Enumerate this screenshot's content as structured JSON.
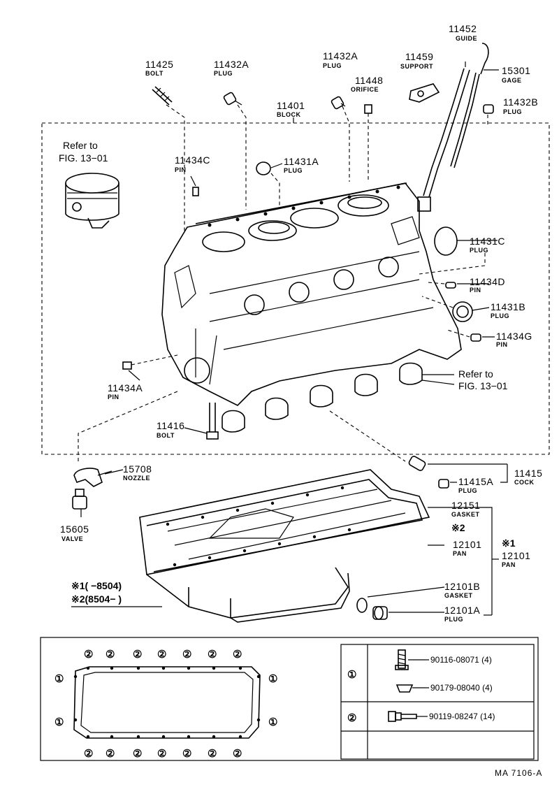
{
  "parts": {
    "p11452": {
      "num": "11452",
      "name": "GUIDE"
    },
    "p15301": {
      "num": "15301",
      "name": "GAGE"
    },
    "p11425": {
      "num": "11425",
      "name": "BOLT"
    },
    "p11432a_1": {
      "num": "11432A",
      "name": "PLUG"
    },
    "p11432a_2": {
      "num": "11432A",
      "name": "PLUG"
    },
    "p11459": {
      "num": "11459",
      "name": "SUPPORT"
    },
    "p11448": {
      "num": "11448",
      "name": "ORIFICE"
    },
    "p11432b": {
      "num": "11432B",
      "name": "PLUG"
    },
    "p11401": {
      "num": "11401",
      "name": "BLOCK"
    },
    "p11434c": {
      "num": "11434C",
      "name": "PIN"
    },
    "p11431a": {
      "num": "11431A",
      "name": "PLUG"
    },
    "p11431c": {
      "num": "11431C",
      "name": "PLUG"
    },
    "p11434d": {
      "num": "11434D",
      "name": "PIN"
    },
    "p11431b": {
      "num": "11431B",
      "name": "PLUG"
    },
    "p11434g": {
      "num": "11434G",
      "name": "PIN"
    },
    "p11434a": {
      "num": "11434A",
      "name": "PIN"
    },
    "p11416": {
      "num": "11416",
      "name": "BOLT"
    },
    "p15708": {
      "num": "15708",
      "name": "NOZZLE"
    },
    "p15605": {
      "num": "15605",
      "name": "VALVE"
    },
    "p11415": {
      "num": "11415",
      "name": "COCK"
    },
    "p11415a": {
      "num": "11415A",
      "name": "PLUG"
    },
    "p12151": {
      "num": "12151",
      "name": "GASKET"
    },
    "p12101_1": {
      "num": "12101",
      "name": "PAN"
    },
    "p12101_2": {
      "num": "12101",
      "name": "PAN"
    },
    "p12101b": {
      "num": "12101B",
      "name": "GASKET"
    },
    "p12101a": {
      "num": "12101A",
      "name": "PLUG"
    }
  },
  "refs": {
    "piston_line1": "Refer to",
    "piston_line2": "FIG. 13−01",
    "bearing_line1": "Refer to",
    "bearing_line2": "FIG. 13−01"
  },
  "marks": {
    "mark2": "※2",
    "mark1": "※1"
  },
  "notes": {
    "note1": "※1(     −8504)",
    "note2": "※2(8504−      )"
  },
  "legend": {
    "circle1": "①",
    "circle2": "②",
    "row1_pn_a": "90116-08071 (4)",
    "row1_pn_b": "90179-08040 (4)",
    "row2_pn": "90119-08247 (14)"
  },
  "footer": {
    "code": "MA  7106-A"
  }
}
